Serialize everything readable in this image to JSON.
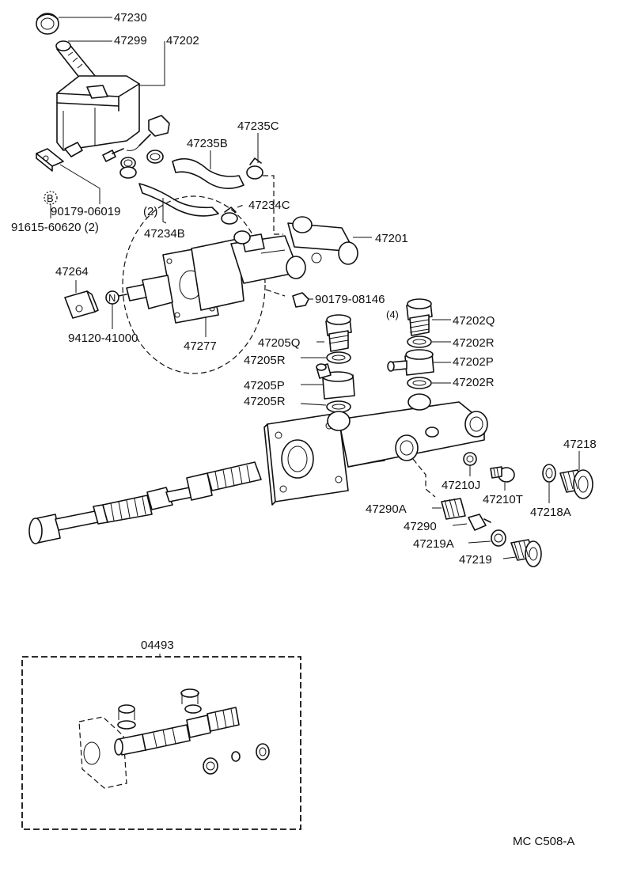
{
  "labels": {
    "p47230": "47230",
    "p47299": "47299",
    "p47202": "47202",
    "p47235C": "47235C",
    "p47235B": "47235B",
    "p47234C": "47234C",
    "p47201": "47201",
    "p90179_06019": "90179-06019",
    "p90179_06019_qty": "(2)",
    "p91615_60620": "91615-60620 (2)",
    "p47234B": "47234B",
    "p47264": "47264",
    "p94120_41000": "94120-41000",
    "p47277": "47277",
    "p90179_08146": "90179-08146",
    "p90179_08146_qty": "(4)",
    "p47202Q": "47202Q",
    "p47202R_1": "47202R",
    "p47202P": "47202P",
    "p47202R_2": "47202R",
    "p47205Q": "47205Q",
    "p47205R_1": "47205R",
    "p47205P": "47205P",
    "p47205R_2": "47205R",
    "p47218": "47218",
    "p47218A": "47218A",
    "p47210J": "47210J",
    "p47210T": "47210T",
    "p47290A": "47290A",
    "p47290": "47290",
    "p47219A": "47219A",
    "p47219": "47219",
    "kit": "04493",
    "code": "MC  C508-A",
    "sym_b": "B",
    "sym_n": "N"
  }
}
